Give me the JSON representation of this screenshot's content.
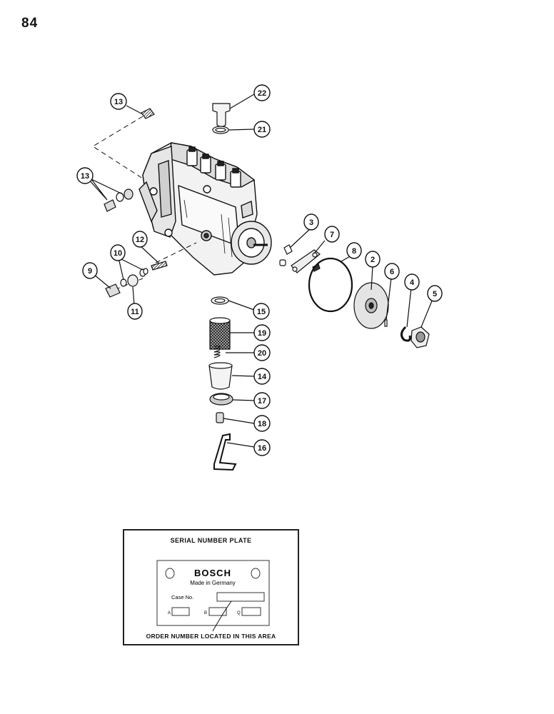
{
  "page_number": "84",
  "callouts": [
    "22",
    "21",
    "13",
    "13",
    "3",
    "7",
    "8",
    "2",
    "6",
    "4",
    "5",
    "12",
    "10",
    "9",
    "11",
    "15",
    "19",
    "20",
    "14",
    "17",
    "18",
    "16"
  ],
  "serial_plate": {
    "title": "SERIAL NUMBER PLATE",
    "brand": "BOSCH",
    "made_in": "Made in Germany",
    "case_label": "Case No.",
    "field_a": "A",
    "field_b": "B",
    "field_c": "Q",
    "footer": "ORDER NUMBER LOCATED IN THIS AREA"
  }
}
